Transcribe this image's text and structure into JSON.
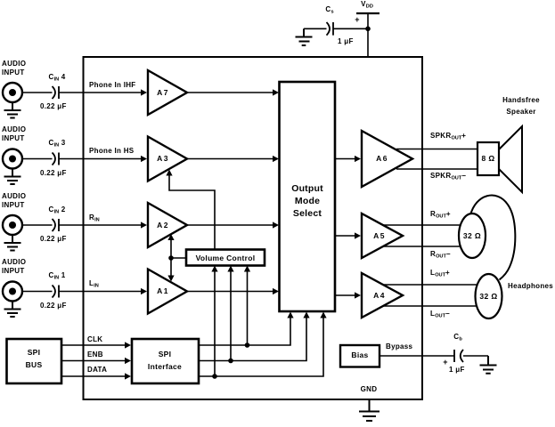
{
  "power": {
    "vdd": {
      "pre": "V",
      "sub": "DD",
      "post": ""
    },
    "cs": {
      "pre": "C",
      "sub": "s",
      "post": ""
    },
    "cs_plus": "+",
    "cs_value": "1 μF"
  },
  "audio_inputs": [
    {
      "port1": "AUDIO",
      "port2": "INPUT",
      "cap": {
        "pre": "C",
        "sub": "IN",
        "post": " 4"
      },
      "cap_value": "0.22 μF",
      "signal": {
        "pre": "Phone In IHF",
        "sub": "",
        "post": ""
      },
      "amp": "A7"
    },
    {
      "port1": "AUDIO",
      "port2": "INPUT",
      "cap": {
        "pre": "C",
        "sub": "IN",
        "post": " 3"
      },
      "cap_value": "0.22 μF",
      "signal": {
        "pre": "Phone In HS",
        "sub": "",
        "post": ""
      },
      "amp": "A3"
    },
    {
      "port1": "AUDIO",
      "port2": "INPUT",
      "cap": {
        "pre": "C",
        "sub": "IN",
        "post": " 2"
      },
      "cap_value": "0.22 μF",
      "signal": {
        "pre": "R",
        "sub": "IN",
        "post": ""
      },
      "amp": "A2"
    },
    {
      "port1": "AUDIO",
      "port2": "INPUT",
      "cap": {
        "pre": "C",
        "sub": "IN",
        "post": " 1"
      },
      "cap_value": "0.22 μF",
      "signal": {
        "pre": "L",
        "sub": "IN",
        "post": ""
      },
      "amp": "A1"
    }
  ],
  "blocks": {
    "output_mode_select": [
      "Output",
      "Mode",
      "Select"
    ],
    "volume_control": "Volume Control",
    "spi_bus": [
      "SPI",
      "BUS"
    ],
    "spi_interface": [
      "SPI",
      "Interface"
    ],
    "bias": "Bias"
  },
  "spi_signals": [
    "CLK",
    "ENB",
    "DATA"
  ],
  "outputs": [
    {
      "amp": "A6",
      "plus": {
        "pre": "SPKR",
        "sub": "OUT",
        "post": "+"
      },
      "minus": {
        "pre": "SPKR",
        "sub": "OUT",
        "post": "−"
      },
      "load": "8 Ω"
    },
    {
      "amp": "A5",
      "plus": {
        "pre": "R",
        "sub": "OUT",
        "post": "+"
      },
      "minus": {
        "pre": "R",
        "sub": "OUT",
        "post": "−"
      },
      "load": "32 Ω"
    },
    {
      "amp": "A4",
      "plus": {
        "pre": "L",
        "sub": "OUT",
        "post": "+"
      },
      "minus": {
        "pre": "L",
        "sub": "OUT",
        "post": "−"
      },
      "load": "32 Ω"
    }
  ],
  "speaker_label": {
    "line1": "Handsfree",
    "line2": "Speaker"
  },
  "headphones_label": "Headphones",
  "bias_net": {
    "bypass": "Bypass",
    "cb": {
      "pre": "C",
      "sub": "b",
      "post": ""
    },
    "cb_plus": "+",
    "cb_value": "1 μF"
  },
  "gnd_label": "GND",
  "colors": {
    "line": "#000000",
    "background": "#ffffff"
  }
}
